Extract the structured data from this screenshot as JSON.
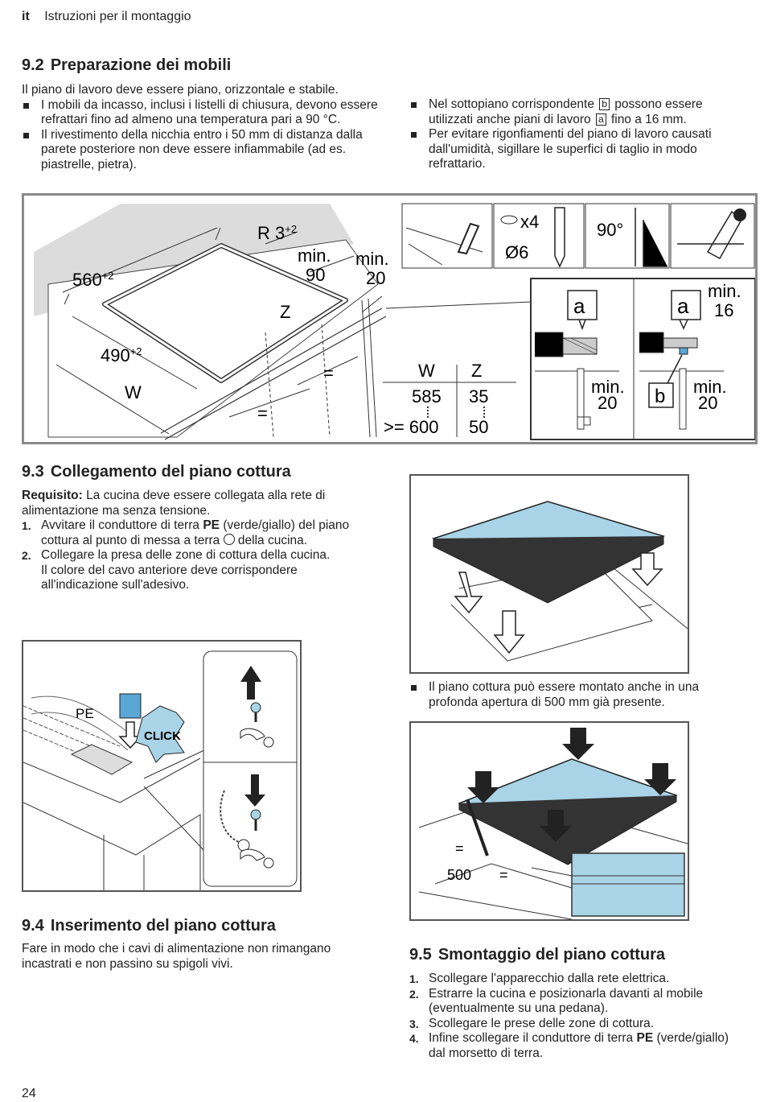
{
  "header": {
    "lang": "it",
    "title": "Istruzioni per il montaggio"
  },
  "s92": {
    "number": "9.2",
    "title": "Preparazione dei mobili",
    "intro": "Il piano di lavoro deve essere piano, orizzontale e stabile.",
    "bullets_left": [
      "I mobili da incasso, inclusi i listelli di chiusura, devono essere refrattari fino ad almeno una temperatura pari a 90 °C.",
      "Il rivestimento della nicchia entro i 50 mm di distanza dalla parete posteriore non deve essere infiammabile (ad es. piastrelle, pietra)."
    ],
    "bullet_r1_a": "Nel sottopiano corrispondente",
    "sym_b": "b",
    "bullet_r1_b": "possono essere utilizzati anche piani di lavoro",
    "sym_a": "a",
    "bullet_r1_c": "fino a 16 mm.",
    "bullet_r2": "Per evitare rigonfiamenti del piano di lavoro causati dall'umidità, sigillare le superfici di taglio in modo refrattario."
  },
  "fig1": {
    "dim_560": "560",
    "sup_560": "+2",
    "dim_r": "R 3",
    "sup_r": "+2",
    "min_label": "min.",
    "min_90": "90",
    "min_20": "20",
    "z": "Z",
    "dim_490": "490",
    "sup_490": "+2",
    "w": "W",
    "eq": "=",
    "x4": "x4",
    "d6": "Ø6",
    "deg90": "90°",
    "table_head_w": "W",
    "table_head_z": "Z",
    "table_w1": "585",
    "table_z1": "35",
    "table_w2": ">= 600",
    "table_z2": "50",
    "lbl_a": "a",
    "lbl_b": "b",
    "min_16": "16"
  },
  "s93": {
    "number": "9.3",
    "title": "Collegamento del piano cottura",
    "req_label": "Requisito:",
    "req_text": "La cucina deve essere collegata alla rete di alimentazione ma senza tensione.",
    "step1_n": "1.",
    "step1_a": "Avvitare il conduttore di terra",
    "step1_pe": "PE",
    "step1_b": "(verde/giallo) del piano cottura al punto di messa a terra",
    "step1_c": "della cucina.",
    "step2_n": "2.",
    "step2_a": "Collegare la presa delle zone di cottura della cucina.",
    "step2_b": "Il colore del cavo anteriore deve corrispondere all'indicazione sull'adesivo."
  },
  "fig_conn": {
    "pe": "PE",
    "click": "CLICK"
  },
  "note_500": "Il piano cottura può essere montato anche in una profonda apertura di 500 mm già presente.",
  "fig_500": {
    "dim": "500",
    "eq": "="
  },
  "s94": {
    "number": "9.4",
    "title": "Inserimento del piano cottura",
    "text": "Fare in modo che i cavi di alimentazione non rimangano incastrati e non passino su spigoli vivi."
  },
  "s95": {
    "number": "9.5",
    "title": "Smontaggio del piano cottura",
    "steps": [
      {
        "n": "1.",
        "t": "Scollegare l'apparecchio dalla rete elettrica."
      },
      {
        "n": "2.",
        "t": "Estrarre la cucina e posizionarla davanti al mobile (eventualmente su una pedana)."
      },
      {
        "n": "3.",
        "t": "Scollegare le prese delle zone di cottura."
      }
    ],
    "step4_n": "4.",
    "step4_a": "Infine scollegare il conduttore di terra",
    "step4_pe": "PE",
    "step4_b": "(verde/giallo) dal morsetto di terra."
  },
  "page_number": "24",
  "colors": {
    "hob_blue": "#a9d3e6",
    "shade": "#dcdcdc",
    "frame": "#555555"
  }
}
